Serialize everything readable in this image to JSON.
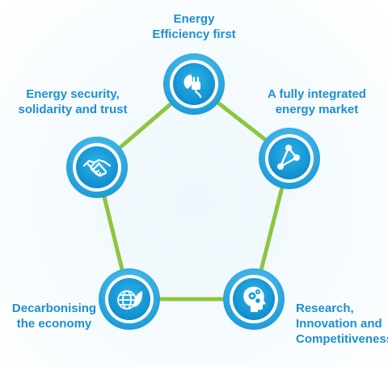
{
  "nodes": [
    {
      "id": "efficiency",
      "label_lines": [
        "Energy",
        "Efficiency first"
      ],
      "icon": "energy-plug-leaf-icon"
    },
    {
      "id": "market",
      "label_lines": [
        "A fully integrated",
        "energy market"
      ],
      "icon": "network-share-icon"
    },
    {
      "id": "research",
      "label_lines": [
        "Research,",
        "Innovation and",
        "Competitiveness"
      ],
      "icon": "head-gears-icon"
    },
    {
      "id": "decarbon",
      "label_lines": [
        "Decarbonising",
        "the economy"
      ],
      "icon": "globe-leaf-icon"
    },
    {
      "id": "security",
      "label_lines": [
        "Energy security,",
        "solidarity and trust"
      ],
      "icon": "handshake-icon"
    }
  ],
  "colors": {
    "ring_outer": "#2aa7e0",
    "ring_white": "#ffffff",
    "circle_fill": "#1597d6",
    "connector": "#8cc63f",
    "label_text": "#1e8fd0"
  }
}
